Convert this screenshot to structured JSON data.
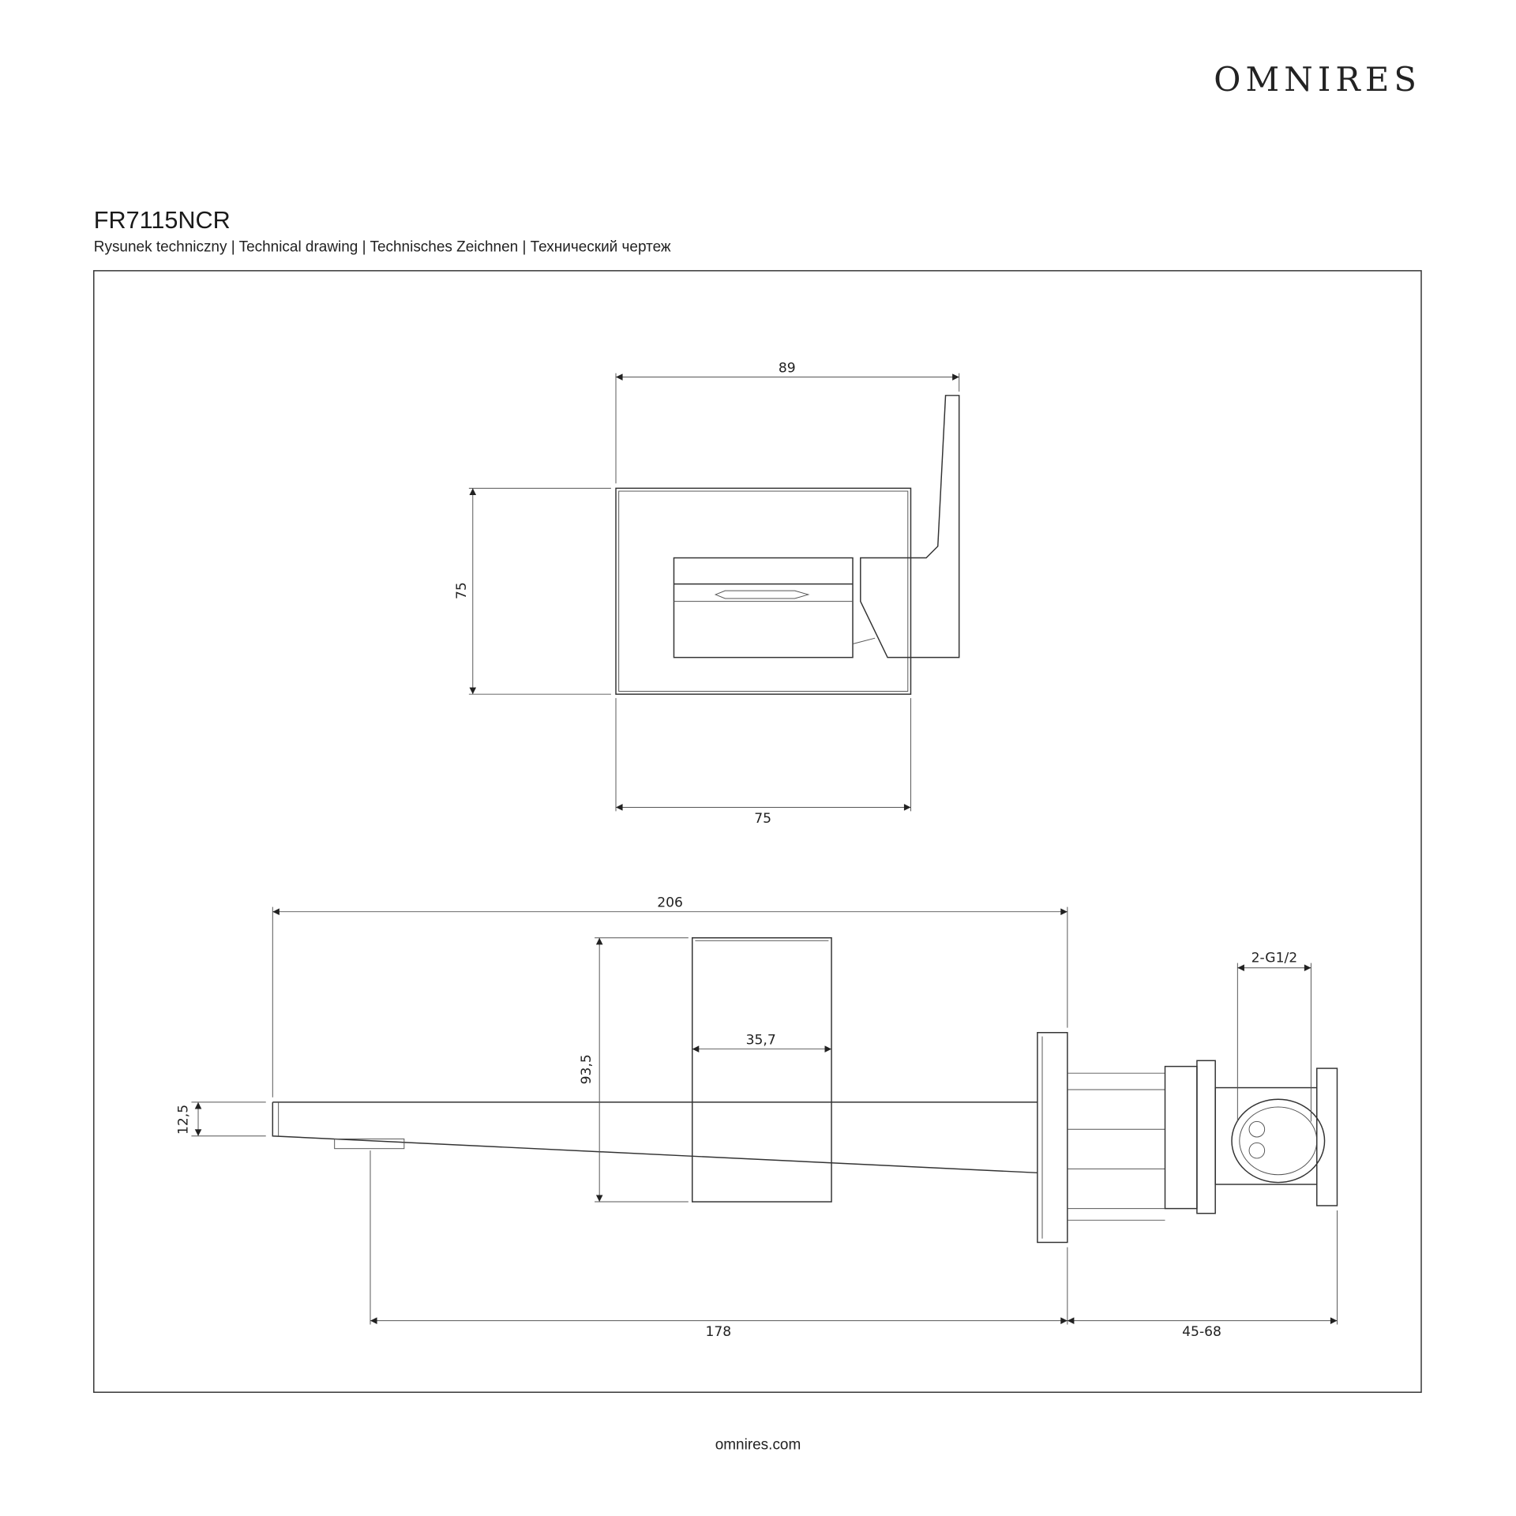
{
  "brand": {
    "logo": "OMNIRES"
  },
  "header": {
    "title": "FR7115NCR",
    "subtitle": "Rysunek techniczny | Technical drawing | Technisches Zeichnen | Технический чертеж"
  },
  "top_view": {
    "width_overall": "89",
    "height": "75",
    "width_plate": "75"
  },
  "side_view": {
    "length_overall": "206",
    "body_height": "93,5",
    "body_width": "35,7",
    "spout_height": "12,5",
    "connection": "2-G1/2",
    "projection": "178",
    "wall_depth": "45-68"
  },
  "footer": {
    "url": "omnires.com"
  }
}
